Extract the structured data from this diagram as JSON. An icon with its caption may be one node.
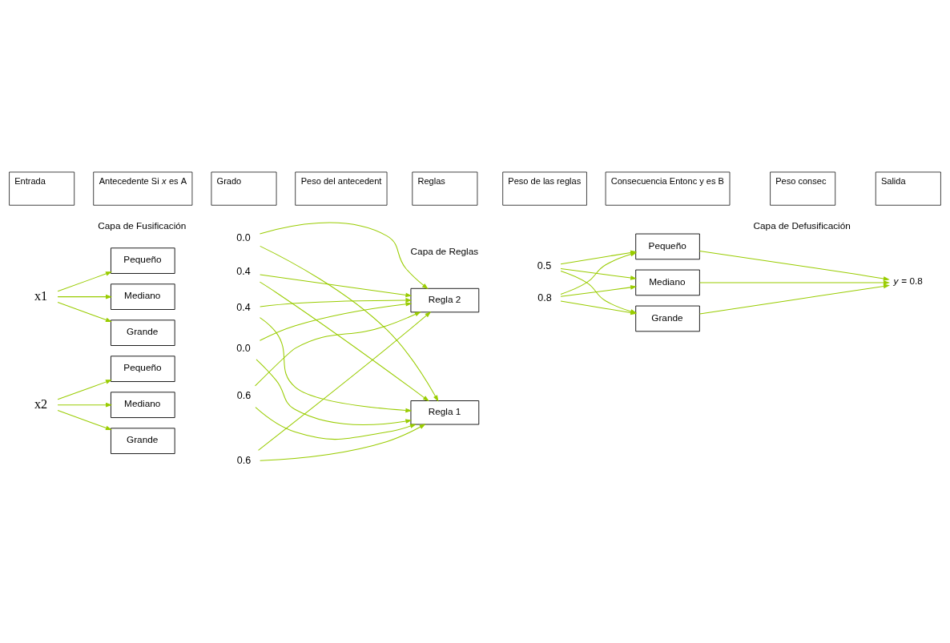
{
  "diagram": {
    "nodes": [
      {
        "text": [
          "x1"
        ]
      },
      {
        "text": [
          "Grande"
        ]
      },
      {
        "text": [
          "Mediano"
        ]
      },
      {
        "text": [
          "Pequeño"
        ]
      },
      {
        "text": [
          "0.6"
        ]
      },
      {
        "text": [
          "0.4"
        ]
      },
      {
        "text": [
          "0.0"
        ]
      },
      {
        "text": [
          "x2"
        ]
      },
      {
        "text": [
          "Grande"
        ]
      },
      {
        "text": [
          "Mediano"
        ]
      },
      {
        "text": [
          "Pequeño"
        ]
      },
      {
        "text": [
          "0.6"
        ]
      },
      {
        "text": [
          "0.4"
        ]
      },
      {
        "text": [
          "0.0"
        ]
      },
      {
        "text": [
          "Regla 1"
        ]
      },
      {
        "text": [
          "0.8"
        ]
      },
      {
        "text": [
          "Regla 2"
        ]
      },
      {
        "text": [
          "0.5"
        ]
      },
      {
        "text": [
          "Grande"
        ]
      },
      {
        "text": [
          "Mediano"
        ]
      },
      {
        "text": [
          "Pequeño"
        ]
      },
      {
        "text": [
          "*y* = 0.8"
        ]
      }
    ],
    "edges": [
      {
        "from": 0,
        "to": 1,
        "arrow": "to"
      },
      {
        "from": 0,
        "to": 2,
        "arrow": "to"
      },
      {
        "from": 0,
        "to": 3,
        "arrow": "to"
      },
      {
        "from": 7,
        "to": 8,
        "arrow": "to"
      },
      {
        "from": 7,
        "to": 9,
        "arrow": "to"
      },
      {
        "from": 7,
        "to": 10,
        "arrow": "to"
      },
      {
        "from": 4,
        "to": 14,
        "arrow": "to"
      },
      {
        "from": 4,
        "to": 16,
        "arrow": "to"
      },
      {
        "from": 5,
        "to": 14,
        "arrow": "to"
      },
      {
        "from": 5,
        "to": 16,
        "arrow": "to"
      },
      {
        "from": 6,
        "to": 14,
        "arrow": "to"
      },
      {
        "from": 6,
        "to": 16,
        "arrow": "to"
      },
      {
        "from": 11,
        "to": 14,
        "arrow": "to"
      },
      {
        "from": 11,
        "to": 16,
        "arrow": "to"
      },
      {
        "from": 12,
        "to": 14,
        "arrow": "to"
      },
      {
        "from": 12,
        "to": 16,
        "arrow": "to"
      },
      {
        "from": 13,
        "to": 14,
        "arrow": "to"
      },
      {
        "from": 13,
        "to": 16,
        "arrow": "to"
      },
      {
        "from": 15,
        "to": 18,
        "arrow": "to"
      },
      {
        "from": 15,
        "to": 19,
        "arrow": "to"
      },
      {
        "from": 15,
        "to": 20,
        "arrow": "to"
      },
      {
        "from": 17,
        "to": 18,
        "arrow": "to"
      },
      {
        "from": 17,
        "to": 19,
        "arrow": "to"
      },
      {
        "from": 17,
        "to": 20,
        "arrow": "to"
      },
      {
        "from": 18,
        "to": 21,
        "arrow": "to"
      },
      {
        "from": 19,
        "to": 21,
        "arrow": "to"
      },
      {
        "from": 20,
        "to": 21,
        "arrow": "to"
      }
    ],
    "labels": [
      "Capa de Fusificación",
      "Capa de Reglas",
      "Capa de Defusificación",
      "Entrada",
      "Antecedente Si *x* es A",
      "Grado",
      "Peso del antecedent",
      "Reglas",
      "Peso de las reglas",
      "Consecuencia Entonc y es B",
      "Peso consec",
      "Salida"
    ]
  }
}
